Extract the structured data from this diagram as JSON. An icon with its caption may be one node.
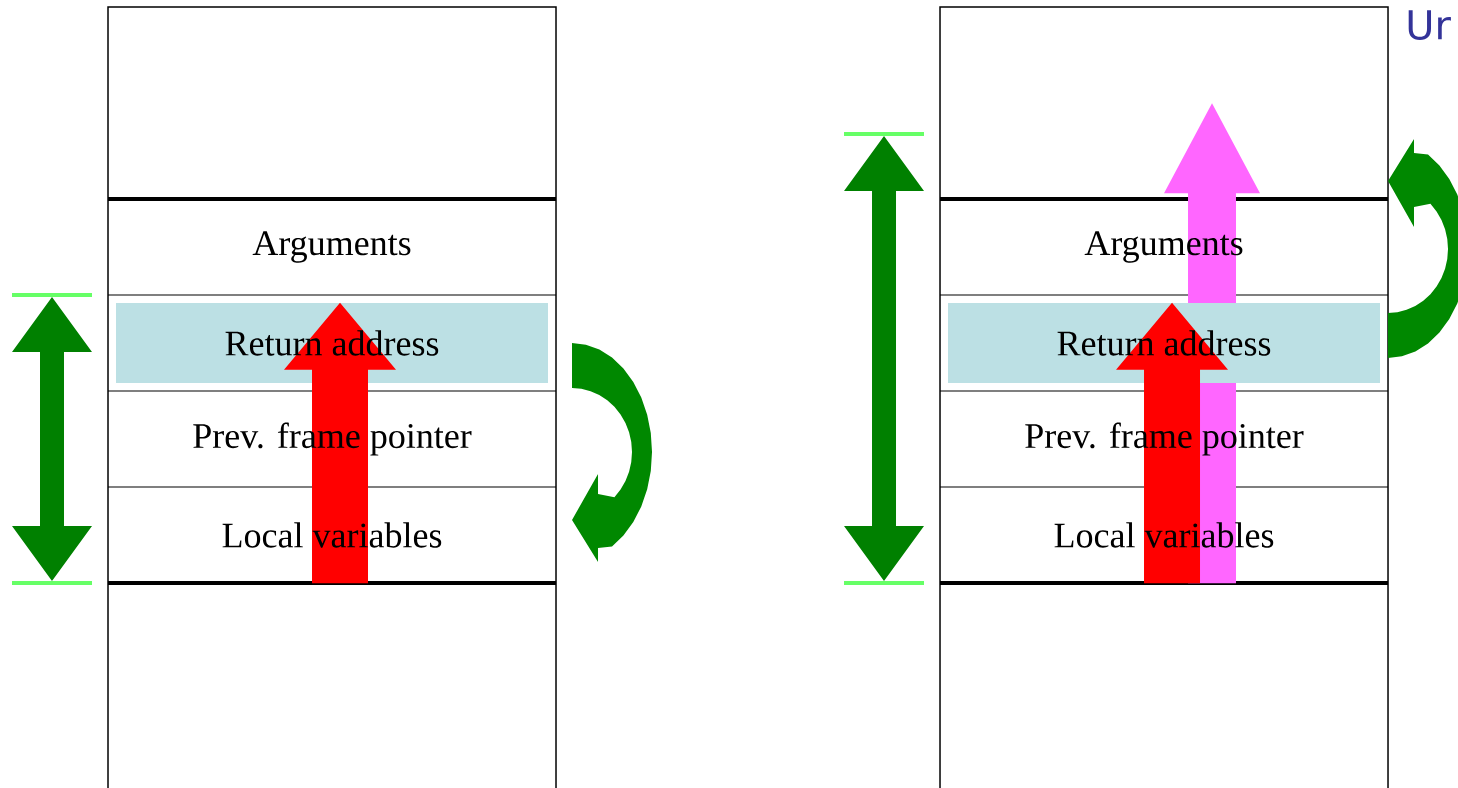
{
  "diagram": {
    "nodes": [
      {
        "text": [],
        "shape": "box"
      },
      {
        "text": [
          "Arguments"
        ],
        "in": 0
      },
      {
        "text": [
          "Return address"
        ],
        "in": 0
      },
      {
        "text": [
          "Prev. frame pointer"
        ],
        "in": 0
      },
      {
        "text": [
          "Local variables"
        ],
        "in": 0
      },
      {
        "text": [],
        "shape": "box"
      },
      {
        "text": [
          "Arguments"
        ],
        "in": 5
      },
      {
        "text": [
          "Return address"
        ],
        "in": 5
      },
      {
        "text": [
          "Prev. frame pointer"
        ],
        "in": 5
      },
      {
        "text": [
          "Local variables"
        ],
        "in": 5
      }
    ],
    "edges": [
      {
        "from": 4,
        "to": 2,
        "arrow": "to",
        "color": "#ff0000"
      },
      {
        "from": 9,
        "to": null,
        "arrow": "to",
        "color": "#ff66ff"
      },
      {
        "from": 9,
        "to": 7,
        "arrow": "to",
        "color": "#ff0000"
      }
    ],
    "labels": [
      "Ur"
    ]
  }
}
